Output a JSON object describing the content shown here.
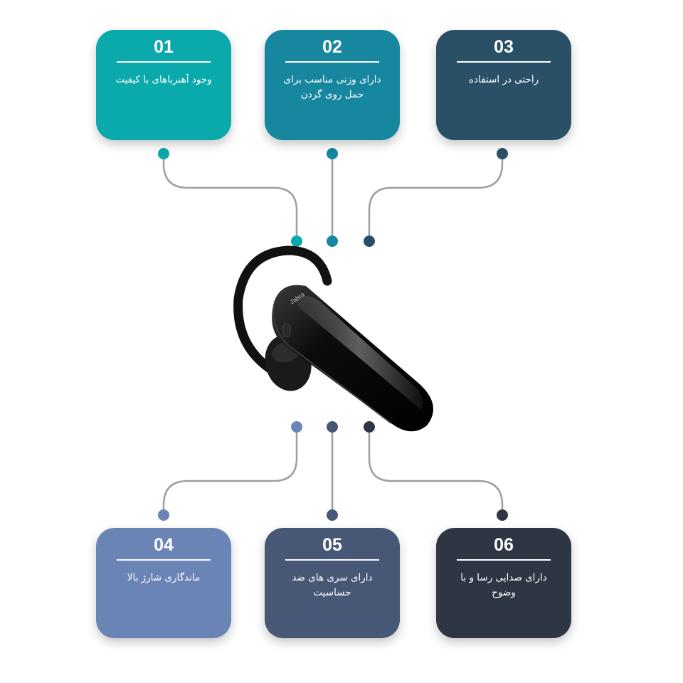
{
  "colors": {
    "card1": "#0aa9ab",
    "card2": "#17869f",
    "card3": "#2a5067",
    "card4": "#6b84b6",
    "card5": "#475877",
    "card6": "#2e3644",
    "connector_line": "#9e9e9e"
  },
  "features": [
    {
      "number": "01",
      "text": "وجود آهنرباهای با کیفیت"
    },
    {
      "number": "02",
      "text": "دارای وزنی مناسب برای حمل روی گردن"
    },
    {
      "number": "03",
      "text": "راحتی در استفاده"
    },
    {
      "number": "04",
      "text": "ماندگاری شارژ بالا"
    },
    {
      "number": "05",
      "text": "دارای سری های ضد حساسیت"
    },
    {
      "number": "06",
      "text": "دارای صدایی رسا و با وضوح"
    }
  ],
  "product": {
    "brand_label": "Jabra",
    "icon": "bluetooth-headset-image"
  }
}
